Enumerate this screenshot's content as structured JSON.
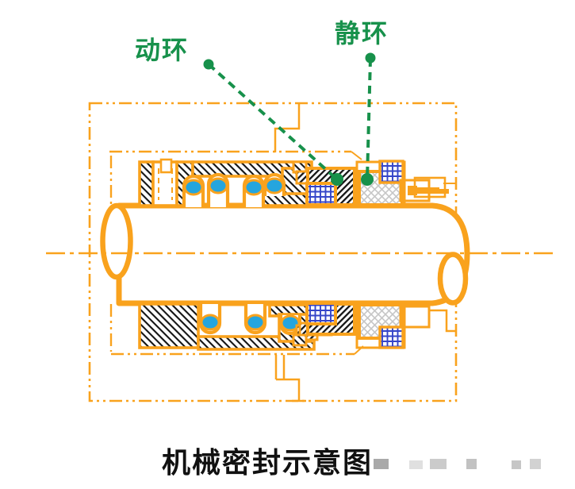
{
  "diagram": {
    "title": "机械密封示意图",
    "labels": {
      "moving_ring": "动环",
      "static_ring": "静环"
    },
    "components": [
      "shaft",
      "shaft-end-left",
      "shaft-end-right",
      "centerline",
      "casing-outline",
      "stuffing-box-outline",
      "set-screw",
      "drive-collar",
      "spring-retainer",
      "springs-upper",
      "springs-lower",
      "moving-ring",
      "moving-ring-gasket",
      "static-ring",
      "static-ring-gasket",
      "gland-plate",
      "gland-bolt"
    ],
    "colors": {
      "outline_orange": "#F9A21D",
      "label_green": "#17914B",
      "spring_blue": "#25A5DE",
      "gasket_grid_blue": "#3545C8",
      "static_ring_gray": "#C6C6C6",
      "hatch_black": "#141414",
      "title_black": "#111111"
    }
  }
}
